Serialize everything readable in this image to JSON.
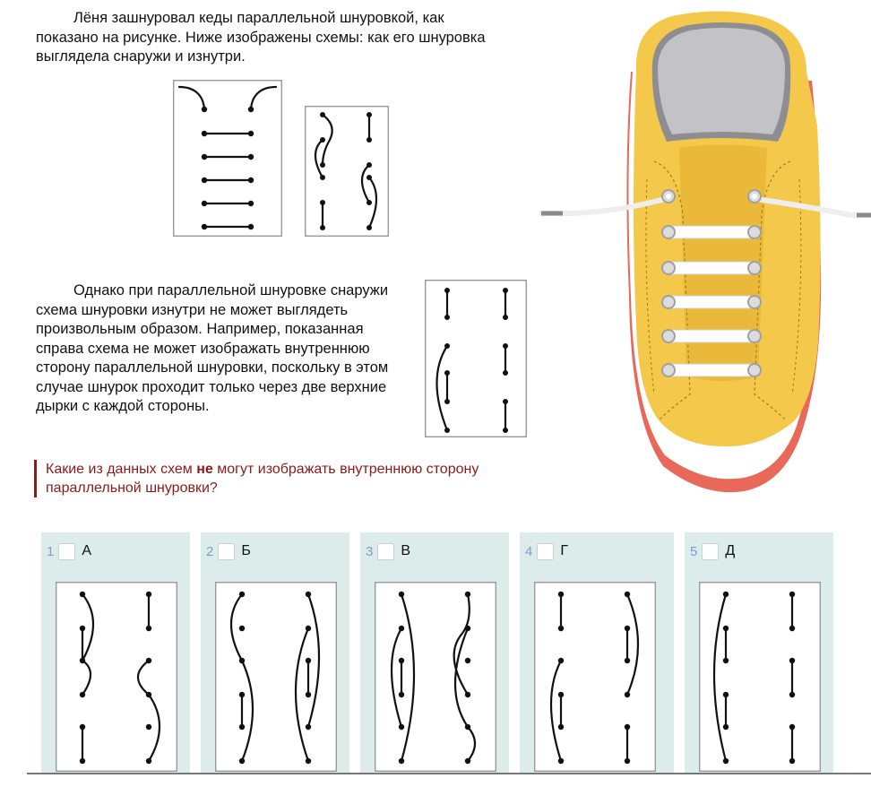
{
  "intro": {
    "line1": "Лёня зашнуровал кеды параллельной шнуровкой, как",
    "line2": "показано на рисунке. Ниже изображены схемы: как его шнуровка",
    "line3": "выглядела снаружи и изнутри."
  },
  "explanation": {
    "line1": "Однако при параллельной шнуровке снаружи",
    "line2": "схема шнуровки изнутри не может выглядеть",
    "line3": "произвольным образом. Например, показанная",
    "line4": "справа схема не может изображать внутреннюю",
    "line5": "сторону параллельной шнуровки, поскольку в этом",
    "line6": "случае шнурок проходит только через две верхние",
    "line7": "дырки с каждой стороны."
  },
  "question": {
    "before": "Какие из данных схем ",
    "emphasis": "не",
    "after": " могут изображать внутреннюю сторону параллельной шнуровки?"
  },
  "options": [
    {
      "number": "1",
      "letter": "А"
    },
    {
      "number": "2",
      "letter": "Б"
    },
    {
      "number": "3",
      "letter": "В"
    },
    {
      "number": "4",
      "letter": "Г"
    },
    {
      "number": "5",
      "letter": "Д"
    }
  ],
  "colors": {
    "shoe_body": "#f4c84a",
    "shoe_tongue": "#eab93a",
    "shoe_sole": "#e8685a",
    "shoe_inner": "#b8b8bc",
    "question_text": "#8b1a1a",
    "card_background": "#dcecea",
    "option_number": "#7a9fc9"
  }
}
